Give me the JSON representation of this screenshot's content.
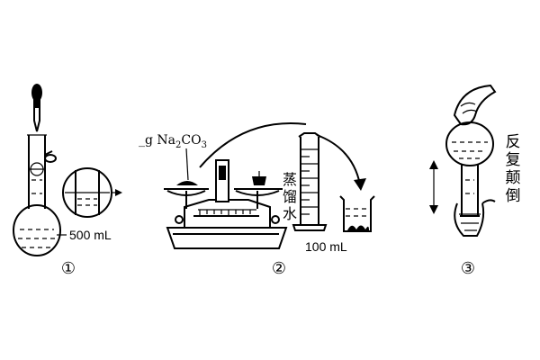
{
  "panels": [
    {
      "number": "①",
      "label": "500 mL"
    },
    {
      "number": "②",
      "reagent_label_prefix": "_g Na",
      "reagent_sub1": "2",
      "reagent_mid": "CO",
      "reagent_sub2": "3",
      "water_label": [
        "蒸",
        "馏",
        "水"
      ],
      "cylinder_label": "100 mL"
    },
    {
      "number": "③",
      "instruction": [
        "反",
        "复",
        "颠",
        "倒"
      ]
    }
  ]
}
